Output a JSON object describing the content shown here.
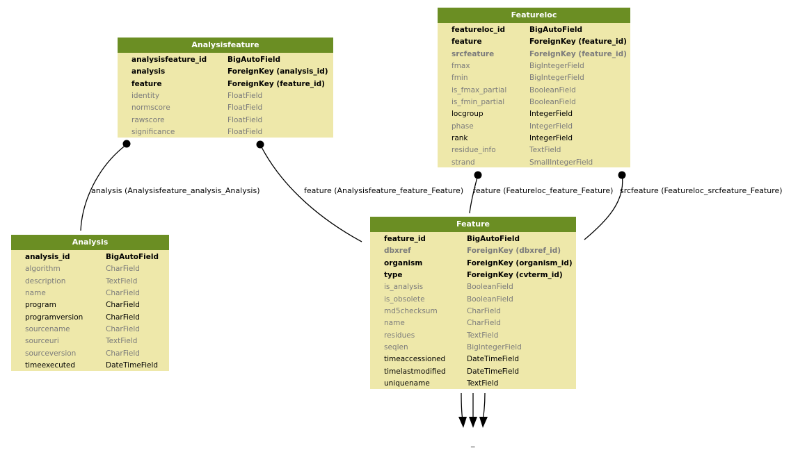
{
  "tables": {
    "analysisfeature": {
      "title": "Analysisfeature",
      "fields": [
        {
          "name": "analysisfeature_id",
          "type": "BigAutoField",
          "style": "key"
        },
        {
          "name": "analysis",
          "type": "ForeignKey (analysis_id)",
          "style": "key"
        },
        {
          "name": "feature",
          "type": "ForeignKey (feature_id)",
          "style": "key"
        },
        {
          "name": "identity",
          "type": "FloatField",
          "style": "opt"
        },
        {
          "name": "normscore",
          "type": "FloatField",
          "style": "opt"
        },
        {
          "name": "rawscore",
          "type": "FloatField",
          "style": "opt"
        },
        {
          "name": "significance",
          "type": "FloatField",
          "style": "opt"
        }
      ]
    },
    "featureloc": {
      "title": "Featureloc",
      "fields": [
        {
          "name": "featureloc_id",
          "type": "BigAutoField",
          "style": "key"
        },
        {
          "name": "feature",
          "type": "ForeignKey (feature_id)",
          "style": "key"
        },
        {
          "name": "srcfeature",
          "type": "ForeignKey (feature_id)",
          "style": "fk-null"
        },
        {
          "name": "fmax",
          "type": "BigIntegerField",
          "style": "opt"
        },
        {
          "name": "fmin",
          "type": "BigIntegerField",
          "style": "opt"
        },
        {
          "name": "is_fmax_partial",
          "type": "BooleanField",
          "style": "opt"
        },
        {
          "name": "is_fmin_partial",
          "type": "BooleanField",
          "style": "opt"
        },
        {
          "name": "locgroup",
          "type": "IntegerField",
          "style": "req"
        },
        {
          "name": "phase",
          "type": "IntegerField",
          "style": "opt"
        },
        {
          "name": "rank",
          "type": "IntegerField",
          "style": "req"
        },
        {
          "name": "residue_info",
          "type": "TextField",
          "style": "opt"
        },
        {
          "name": "strand",
          "type": "SmallIntegerField",
          "style": "opt"
        }
      ]
    },
    "analysis": {
      "title": "Analysis",
      "fields": [
        {
          "name": "analysis_id",
          "type": "BigAutoField",
          "style": "key"
        },
        {
          "name": "algorithm",
          "type": "CharField",
          "style": "opt"
        },
        {
          "name": "description",
          "type": "TextField",
          "style": "opt"
        },
        {
          "name": "name",
          "type": "CharField",
          "style": "opt"
        },
        {
          "name": "program",
          "type": "CharField",
          "style": "req"
        },
        {
          "name": "programversion",
          "type": "CharField",
          "style": "req"
        },
        {
          "name": "sourcename",
          "type": "CharField",
          "style": "opt"
        },
        {
          "name": "sourceuri",
          "type": "TextField",
          "style": "opt"
        },
        {
          "name": "sourceversion",
          "type": "CharField",
          "style": "opt"
        },
        {
          "name": "timeexecuted",
          "type": "DateTimeField",
          "style": "req"
        }
      ]
    },
    "feature": {
      "title": "Feature",
      "fields": [
        {
          "name": "feature_id",
          "type": "BigAutoField",
          "style": "key"
        },
        {
          "name": "dbxref",
          "type": "ForeignKey (dbxref_id)",
          "style": "fk-null"
        },
        {
          "name": "organism",
          "type": "ForeignKey (organism_id)",
          "style": "key"
        },
        {
          "name": "type",
          "type": "ForeignKey (cvterm_id)",
          "style": "key"
        },
        {
          "name": "is_analysis",
          "type": "BooleanField",
          "style": "opt"
        },
        {
          "name": "is_obsolete",
          "type": "BooleanField",
          "style": "opt"
        },
        {
          "name": "md5checksum",
          "type": "CharField",
          "style": "opt"
        },
        {
          "name": "name",
          "type": "CharField",
          "style": "opt"
        },
        {
          "name": "residues",
          "type": "TextField",
          "style": "opt"
        },
        {
          "name": "seqlen",
          "type": "BigIntegerField",
          "style": "opt"
        },
        {
          "name": "timeaccessioned",
          "type": "DateTimeField",
          "style": "req"
        },
        {
          "name": "timelastmodified",
          "type": "DateTimeField",
          "style": "req"
        },
        {
          "name": "uniquename",
          "type": "TextField",
          "style": "req"
        }
      ]
    }
  },
  "edges": {
    "analysis_label": "analysis (Analysisfeature_analysis_Analysis)",
    "af_feature_label": "feature (Analysisfeature_feature_Feature)",
    "fl_feature_label": "feature (Featureloc_feature_Feature)",
    "fl_srcfeature_label": "srcfeature (Featureloc_srcfeature_Feature)"
  },
  "external_node_label": "_"
}
